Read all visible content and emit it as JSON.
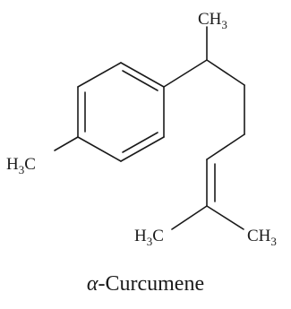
{
  "caption": {
    "prefix": "α",
    "name": "-Curcumene"
  },
  "labels": {
    "top_methyl": "CH",
    "top_methyl_sub": "3",
    "ring_methyl_main": "H",
    "ring_methyl_sub": "3",
    "ring_methyl_tail": "C",
    "left_terminal_main": "H",
    "left_terminal_sub": "3",
    "left_terminal_tail": "C",
    "right_terminal_main": "CH",
    "right_terminal_sub": "3"
  }
}
